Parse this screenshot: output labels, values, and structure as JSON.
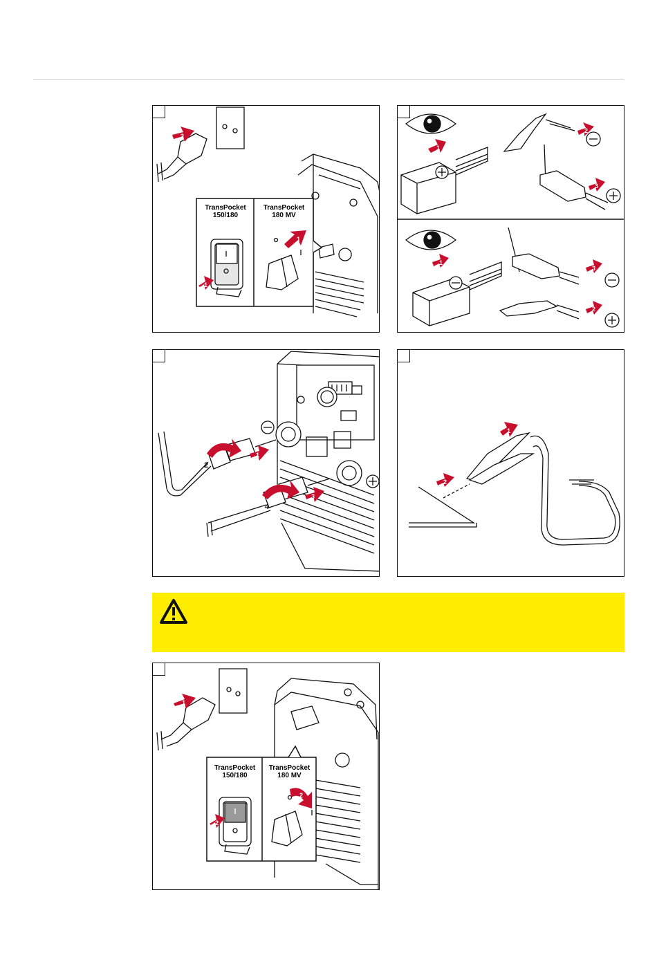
{
  "figure_1": {
    "left_model": "TransPocket\n150/180",
    "right_model": "TransPocket\n180 MV",
    "callouts": [
      "1",
      "2"
    ]
  },
  "figure_2": {
    "callouts": [
      "1",
      "2",
      "3"
    ]
  },
  "figure_3": {
    "callouts": [
      "2",
      "1",
      "4",
      "3"
    ]
  },
  "figure_4": {
    "callouts": [
      "1",
      "2"
    ]
  },
  "figure_5": {
    "left_model": "TransPocket\n150/180",
    "right_model": "TransPocket\n180 MV",
    "callouts": [
      "1",
      "2",
      "2"
    ]
  },
  "colors": {
    "warning_bar": "#ffed00",
    "callout_arrow": "#c8102e",
    "line_art": "#111111"
  }
}
